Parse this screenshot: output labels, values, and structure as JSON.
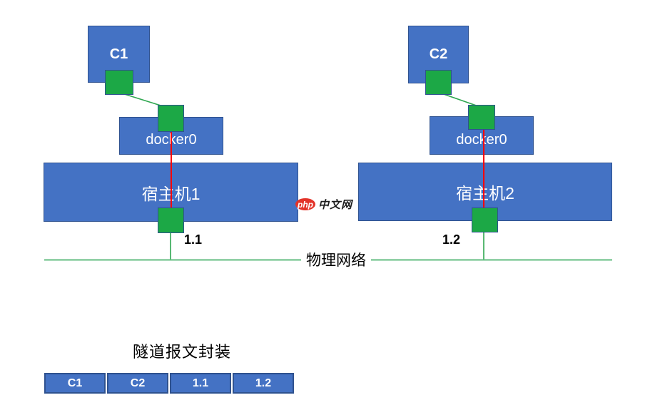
{
  "colors": {
    "box_blue": "#4472C4",
    "box_border_blue": "#2F528F",
    "port_green": "#1CA846",
    "link_green": "#2FA750",
    "physical_line_green": "#63BD80",
    "tunnel_path_red": "#FF0000",
    "watermark_red": "#E3342A"
  },
  "topology": {
    "container1": {
      "label": "C1"
    },
    "container2": {
      "label": "C2"
    },
    "bridge1": {
      "label": "docker0"
    },
    "bridge2": {
      "label": "docker0"
    },
    "host1": {
      "label": "宿主机1",
      "ip": "1.1"
    },
    "host2": {
      "label": "宿主机2",
      "ip": "1.2"
    },
    "physical_network": {
      "label": "物理网络"
    }
  },
  "watermark": {
    "badge": "php",
    "text": "中文网"
  },
  "tunnel": {
    "title": "隧道报文封装",
    "segments": [
      "C1",
      "C2",
      "1.1",
      "1.2"
    ]
  }
}
